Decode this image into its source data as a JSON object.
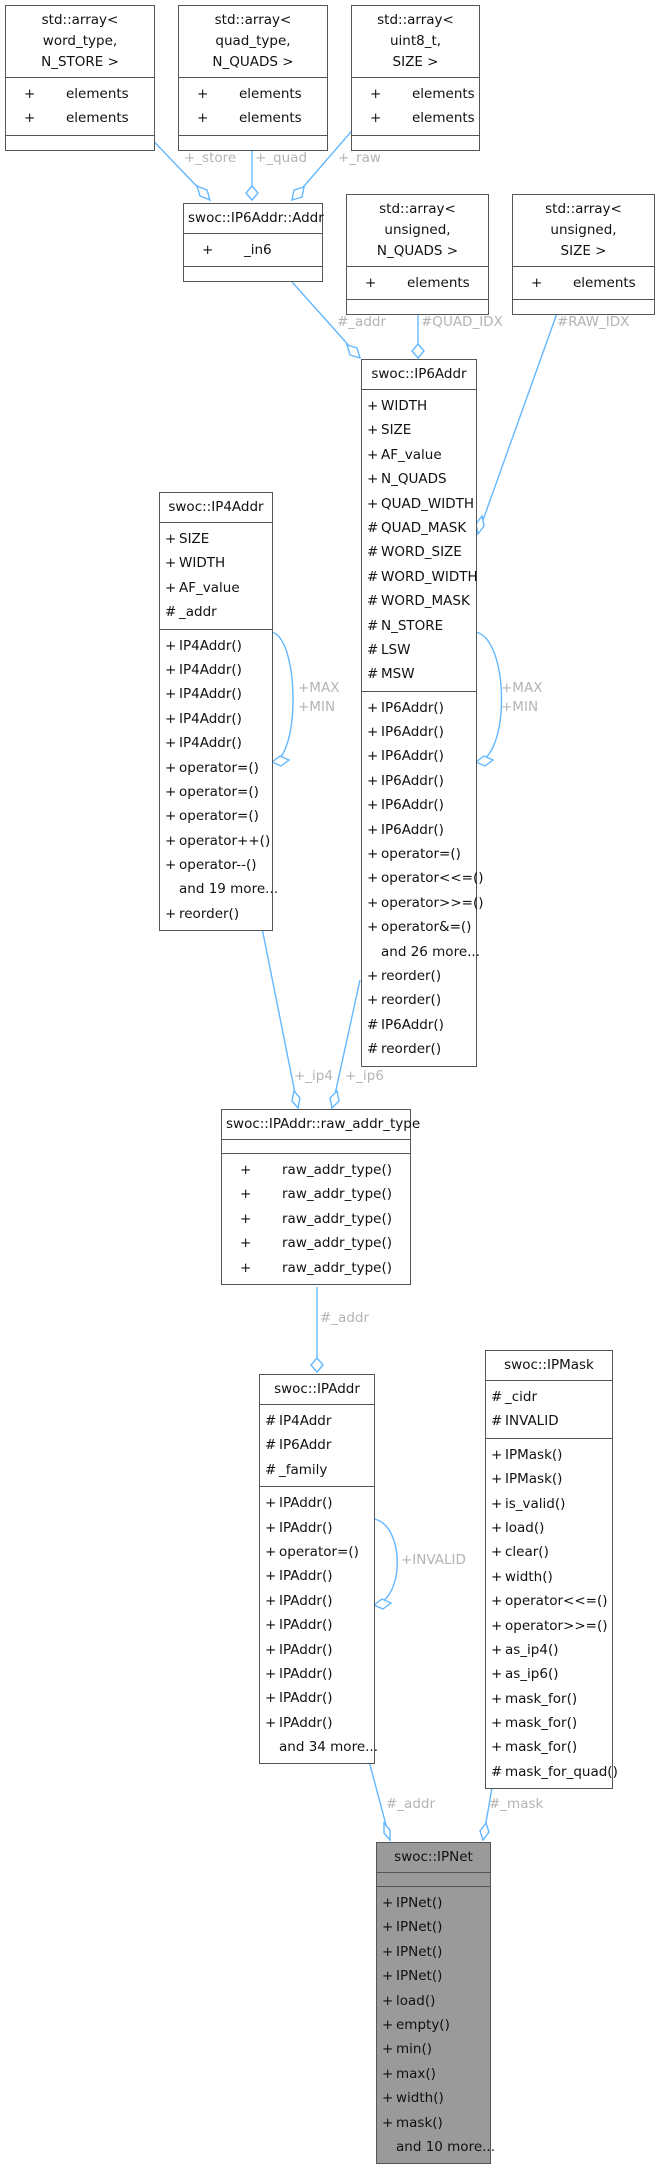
{
  "nodes": {
    "arr_word": {
      "title": [
        "std::array< word_type,",
        "N_STORE >"
      ],
      "attrs": [
        [
          "+",
          "elements"
        ],
        [
          "+",
          "elements"
        ]
      ],
      "ops": []
    },
    "arr_quad": {
      "title": [
        "std::array< quad_type,",
        "N_QUADS >"
      ],
      "attrs": [
        [
          "+",
          "elements"
        ],
        [
          "+",
          "elements"
        ]
      ],
      "ops": []
    },
    "arr_uint8": {
      "title": [
        "std::array< uint8_t,",
        "SIZE >"
      ],
      "attrs": [
        [
          "+",
          "elements"
        ],
        [
          "+",
          "elements"
        ]
      ],
      "ops": []
    },
    "ip6addr_addr": {
      "title": [
        "swoc::IP6Addr::Addr"
      ],
      "attrs": [
        [
          "+",
          "_in6"
        ]
      ],
      "ops": []
    },
    "arr_uns_nquads": {
      "title": [
        "std::array< unsigned,",
        "N_QUADS >"
      ],
      "attrs": [
        [
          "+",
          "elements"
        ]
      ],
      "ops": []
    },
    "arr_uns_size": {
      "title": [
        "std::array< unsigned,",
        "SIZE >"
      ],
      "attrs": [
        [
          "+",
          "elements"
        ]
      ],
      "ops": []
    },
    "ip6addr": {
      "title": [
        "swoc::IP6Addr"
      ],
      "attrs": [
        [
          "+",
          "WIDTH"
        ],
        [
          "+",
          "SIZE"
        ],
        [
          "+",
          "AF_value"
        ],
        [
          "+",
          "N_QUADS"
        ],
        [
          "+",
          "QUAD_WIDTH"
        ],
        [
          "#",
          "QUAD_MASK"
        ],
        [
          "#",
          "WORD_SIZE"
        ],
        [
          "#",
          "WORD_WIDTH"
        ],
        [
          "#",
          "WORD_MASK"
        ],
        [
          "#",
          "N_STORE"
        ],
        [
          "#",
          "LSW"
        ],
        [
          "#",
          "MSW"
        ]
      ],
      "ops": [
        [
          "+",
          "IP6Addr()"
        ],
        [
          "+",
          "IP6Addr()"
        ],
        [
          "+",
          "IP6Addr()"
        ],
        [
          "+",
          "IP6Addr()"
        ],
        [
          "+",
          "IP6Addr()"
        ],
        [
          "+",
          "IP6Addr()"
        ],
        [
          "+",
          "operator=()"
        ],
        [
          "+",
          "operator<<=()"
        ],
        [
          "+",
          "operator>>=()"
        ],
        [
          "+",
          "operator&=()"
        ],
        [
          "",
          "and 26 more..."
        ],
        [
          "+",
          "reorder()"
        ],
        [
          "+",
          "reorder()"
        ],
        [
          "#",
          "IP6Addr()"
        ],
        [
          "#",
          "reorder()"
        ]
      ]
    },
    "ip4addr": {
      "title": [
        "swoc::IP4Addr"
      ],
      "attrs": [
        [
          "+",
          "SIZE"
        ],
        [
          "+",
          "WIDTH"
        ],
        [
          "+",
          "AF_value"
        ],
        [
          "#",
          "_addr"
        ]
      ],
      "ops": [
        [
          "+",
          "IP4Addr()"
        ],
        [
          "+",
          "IP4Addr()"
        ],
        [
          "+",
          "IP4Addr()"
        ],
        [
          "+",
          "IP4Addr()"
        ],
        [
          "+",
          "IP4Addr()"
        ],
        [
          "+",
          "operator=()"
        ],
        [
          "+",
          "operator=()"
        ],
        [
          "+",
          "operator=()"
        ],
        [
          "+",
          "operator++()"
        ],
        [
          "+",
          "operator--()"
        ],
        [
          "",
          "and 19 more..."
        ],
        [
          "+",
          "reorder()"
        ]
      ]
    },
    "raw_addr_type": {
      "title": [
        "swoc::IPAddr::raw_addr_type"
      ],
      "attrs": [],
      "ops": [
        [
          "+",
          "raw_addr_type()"
        ],
        [
          "+",
          "raw_addr_type()"
        ],
        [
          "+",
          "raw_addr_type()"
        ],
        [
          "+",
          "raw_addr_type()"
        ],
        [
          "+",
          "raw_addr_type()"
        ]
      ]
    },
    "ipaddr": {
      "title": [
        "swoc::IPAddr"
      ],
      "attrs": [
        [
          "#",
          "IP4Addr"
        ],
        [
          "#",
          "IP6Addr"
        ],
        [
          "#",
          "_family"
        ]
      ],
      "ops": [
        [
          "+",
          "IPAddr()"
        ],
        [
          "+",
          "IPAddr()"
        ],
        [
          "+",
          "operator=()"
        ],
        [
          "+",
          "IPAddr()"
        ],
        [
          "+",
          "IPAddr()"
        ],
        [
          "+",
          "IPAddr()"
        ],
        [
          "+",
          "IPAddr()"
        ],
        [
          "+",
          "IPAddr()"
        ],
        [
          "+",
          "IPAddr()"
        ],
        [
          "+",
          "IPAddr()"
        ],
        [
          "",
          "and 34 more..."
        ]
      ]
    },
    "ipmask": {
      "title": [
        "swoc::IPMask"
      ],
      "attrs": [
        [
          "#",
          "_cidr"
        ],
        [
          "#",
          "INVALID"
        ]
      ],
      "ops": [
        [
          "+",
          "IPMask()"
        ],
        [
          "+",
          "IPMask()"
        ],
        [
          "+",
          "is_valid()"
        ],
        [
          "+",
          "load()"
        ],
        [
          "+",
          "clear()"
        ],
        [
          "+",
          "width()"
        ],
        [
          "+",
          "operator<<=()"
        ],
        [
          "+",
          "operator>>=()"
        ],
        [
          "+",
          "as_ip4()"
        ],
        [
          "+",
          "as_ip6()"
        ],
        [
          "+",
          "mask_for()"
        ],
        [
          "+",
          "mask_for()"
        ],
        [
          "+",
          "mask_for()"
        ],
        [
          "#",
          "mask_for_quad()"
        ]
      ]
    },
    "ipnet": {
      "title": [
        "swoc::IPNet"
      ],
      "attrs": [],
      "ops": [
        [
          "+",
          "IPNet()"
        ],
        [
          "+",
          "IPNet()"
        ],
        [
          "+",
          "IPNet()"
        ],
        [
          "+",
          "IPNet()"
        ],
        [
          "+",
          "load()"
        ],
        [
          "+",
          "empty()"
        ],
        [
          "+",
          "min()"
        ],
        [
          "+",
          "max()"
        ],
        [
          "+",
          "width()"
        ],
        [
          "+",
          "mask()"
        ],
        [
          "",
          "and 10 more..."
        ]
      ]
    }
  },
  "edge_labels": {
    "store": "+_store",
    "quad": "+_quad",
    "raw": "+_raw",
    "addr6": "#_addr",
    "quad_idx": "#QUAD_IDX",
    "raw_idx": "#RAW_IDX",
    "ip6_max": "+MAX",
    "ip6_min": "+MIN",
    "ip4_max": "+MAX",
    "ip4_min": "+MIN",
    "ip4": "+_ip4",
    "ip6": "+_ip6",
    "addr_raw": "#_addr",
    "invalid": "+INVALID",
    "net_addr": "#_addr",
    "net_mask": "#_mask"
  },
  "colors": {
    "edge": "#63b8ff",
    "border": "#555555",
    "focus_fill": "#9a9a9a",
    "label": "#b4b4b4"
  }
}
